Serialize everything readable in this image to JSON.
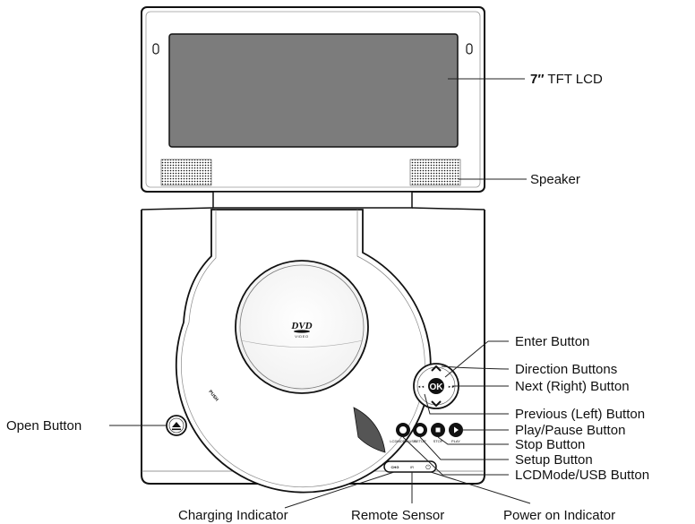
{
  "callouts": {
    "tft_lcd_bold": "7″",
    "tft_lcd_rest": " TFT LCD",
    "speaker": "Speaker",
    "enter_button": "Enter Button",
    "direction_buttons": "Direction Buttons",
    "next_button": "Next (Right) Button",
    "previous_button": "Previous (Left) Button",
    "play_pause_button": "Play/Pause Button",
    "stop_button": "Stop Button",
    "setup_button": "Setup Button",
    "lcdmode_usb_button": "LCDMode/USB Button",
    "open_button": "Open Button",
    "charging_indicator": "Charging Indicator",
    "remote_sensor": "Remote Sensor",
    "power_on_indicator": "Power on Indicator"
  },
  "device_marks": {
    "dvd_logo": "DVD",
    "dvd_sub": "VIDEO",
    "push": "PUSH",
    "ok": "OK",
    "lcdmode_usb": "LCDMODE/USB",
    "setup": "SETUP",
    "stop": "STOP",
    "play": "PLAY",
    "chg": "CHG",
    "ir": "IR",
    "power": "⏻"
  },
  "icons": [
    "eject-icon",
    "up-arrow-icon",
    "down-arrow-icon",
    "ok-icon",
    "power-icon"
  ]
}
